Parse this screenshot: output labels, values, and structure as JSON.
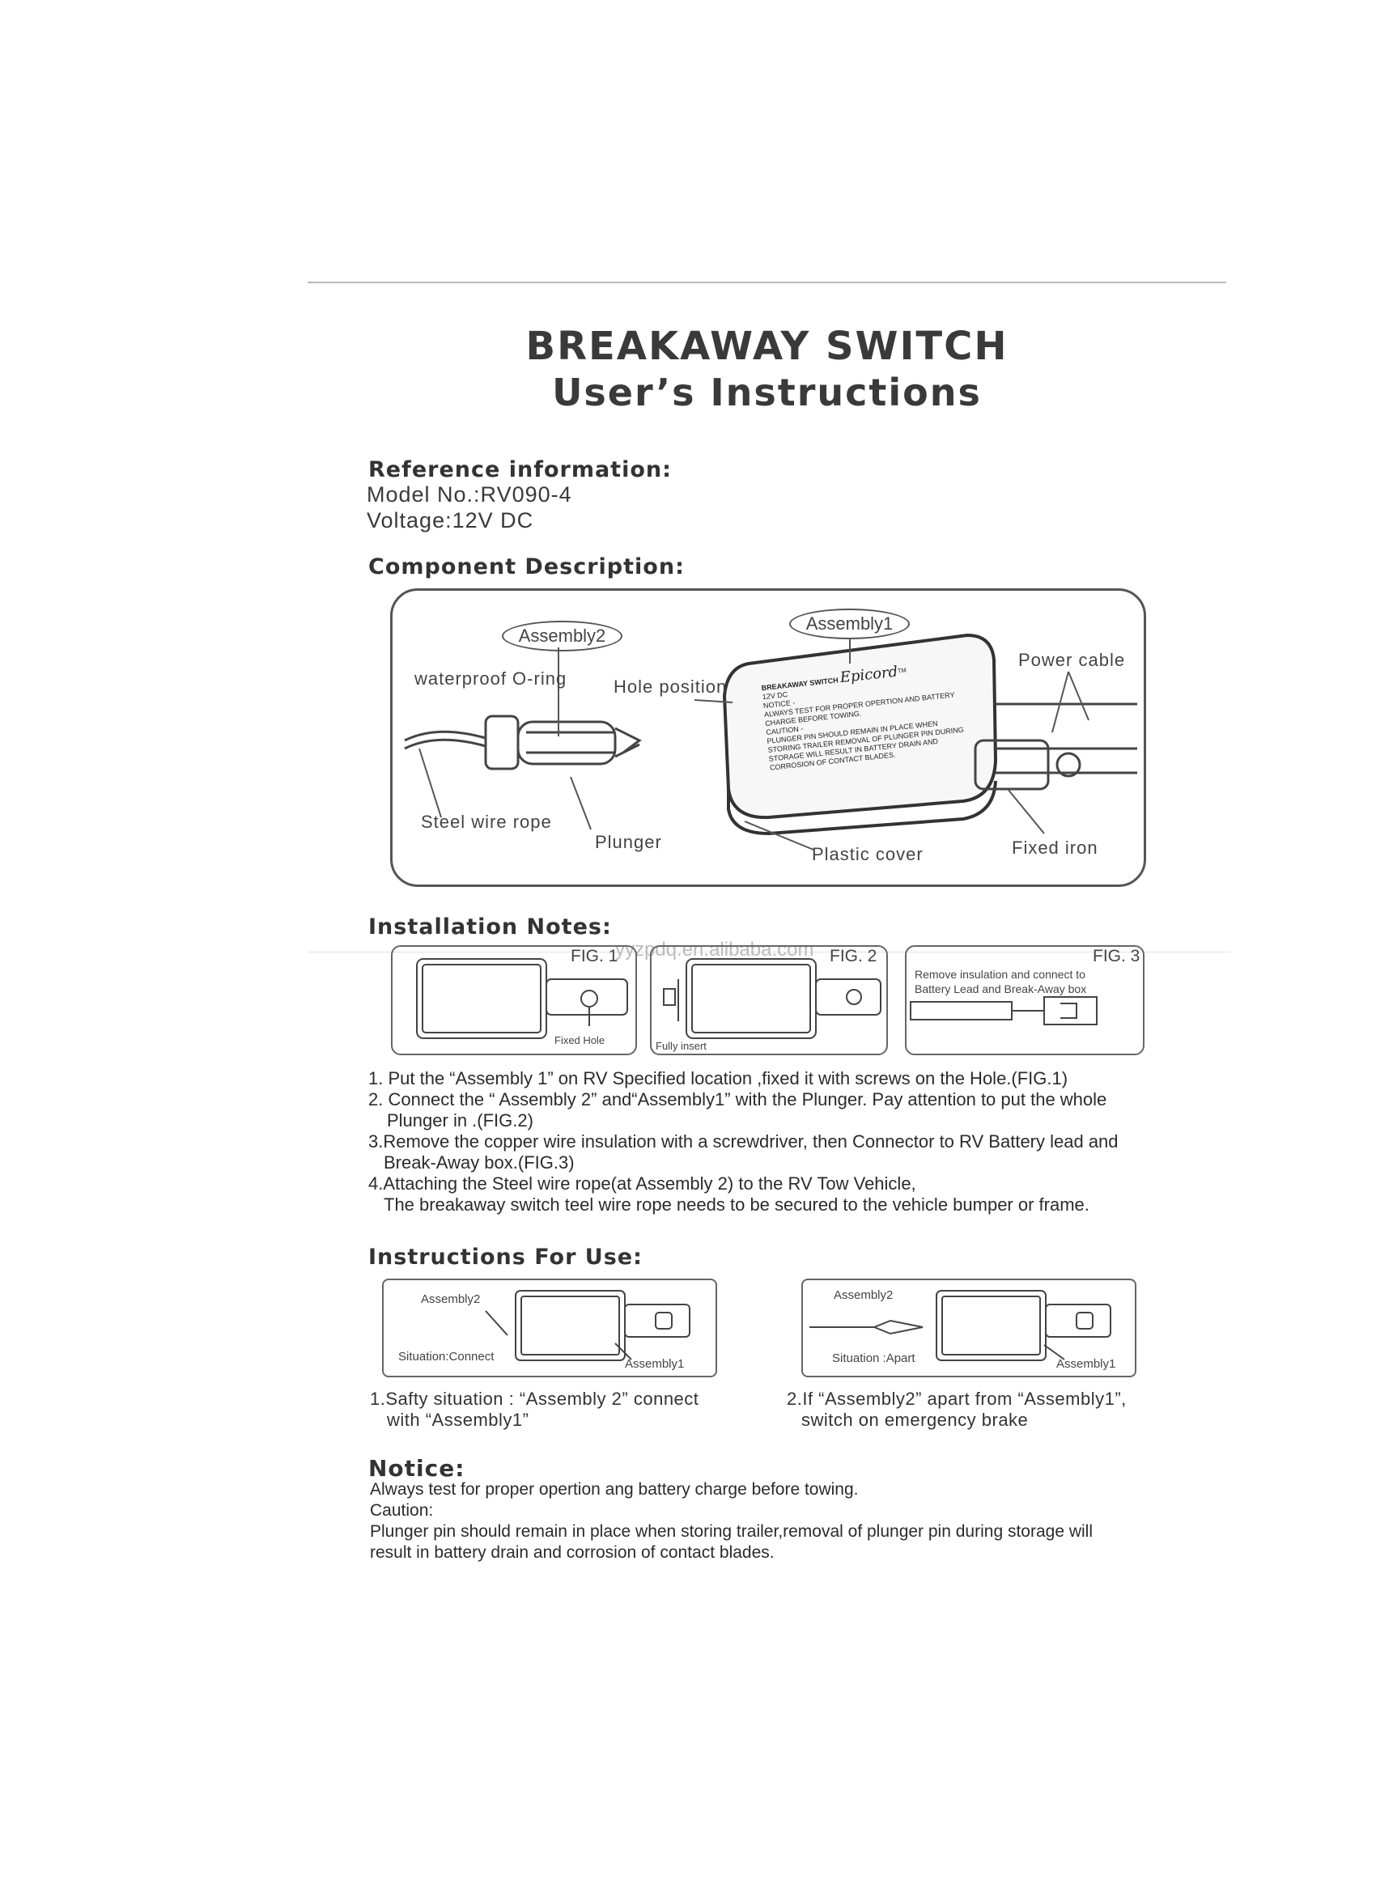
{
  "title": "BREAKAWAY SWITCH",
  "subtitle": "User’s Instructions",
  "reference": {
    "heading": "Reference information:",
    "model": "Model No.:RV090-4",
    "voltage": "Voltage:12V DC"
  },
  "components": {
    "heading": "Component Description:",
    "labels": {
      "assembly2": "Assembly2",
      "assembly1": "Assembly1",
      "oring": "waterproof O-ring",
      "hole": "Hole position",
      "power": "Power cable",
      "steel": "Steel wire rope",
      "plunger": "Plunger",
      "cover": "Plastic cover",
      "iron": "Fixed iron"
    },
    "device_text": {
      "brand_line": "BREAKAWAY SWITCH",
      "brand": "Epicord",
      "tm": "TM",
      "voltage": "12V DC",
      "notice": "NOTICE -",
      "notice_text": "ALWAYS TEST FOR PROPER OPERTION AND BATTERY CHARGE BEFORE TOWING.",
      "caution": "CAUTION -",
      "caution_text": "PLUNGER PIN SHOULD REMAIN IN PLACE WHEN STORING TRAILER REMOVAL OF PLUNGER PIN DURING STORAGE WILL RESULT IN BATTERY DRAIN AND CORROSION OF CONTACT BLADES."
    }
  },
  "installation": {
    "heading": "Installation Notes:",
    "fig1": {
      "title": "FIG. 1",
      "caption": "Fixed Hole"
    },
    "fig2": {
      "title": "FIG. 2",
      "caption": "Fully insert"
    },
    "fig3": {
      "title": "FIG. 3",
      "text1": "Remove insulation and connect to",
      "text2": "Battery Lead  and  Break-Away box"
    },
    "steps": [
      "1. Put the “Assembly 1” on RV Specified location ,fixed it with screws on the Hole.(FIG.1)",
      "2. Connect the “ Assembly 2” and“Assembly1” with the Plunger. Pay attention to put the whole",
      "Plunger in .(FIG.2)",
      "3.Remove the copper wire insulation  with a screwdriver, then Connector to RV Battery lead and",
      "Break-Away box.(FIG.3)",
      "4.Attaching the Steel wire rope(at Assembly 2) to the RV Tow Vehicle,",
      "The breakaway switch teel wire rope needs to be secured to the vehicle bumper or frame."
    ]
  },
  "usage": {
    "heading": "Instructions For Use:",
    "left": {
      "assembly2": "Assembly2",
      "situation": "Situation:Connect",
      "assembly1": "Assembly1",
      "caption1": "1.Safty situation : “Assembly 2” connect",
      "caption2": "with “Assembly1”"
    },
    "right": {
      "assembly2": "Assembly2",
      "situation": "Situation :Apart",
      "assembly1": "Assembly1",
      "caption1": "2.If “Assembly2” apart from “Assembly1”,",
      "caption2": "switch on emergency brake"
    }
  },
  "notice": {
    "heading": "Notice:",
    "lines": [
      "Always test for proper opertion ang battery charge before towing.",
      "Caution:",
      "Plunger pin should remain in place when storing trailer,removal of plunger pin during storage will",
      "result in battery drain and corrosion of contact blades."
    ]
  },
  "watermark": "yyzpdq.en.alibaba.com"
}
